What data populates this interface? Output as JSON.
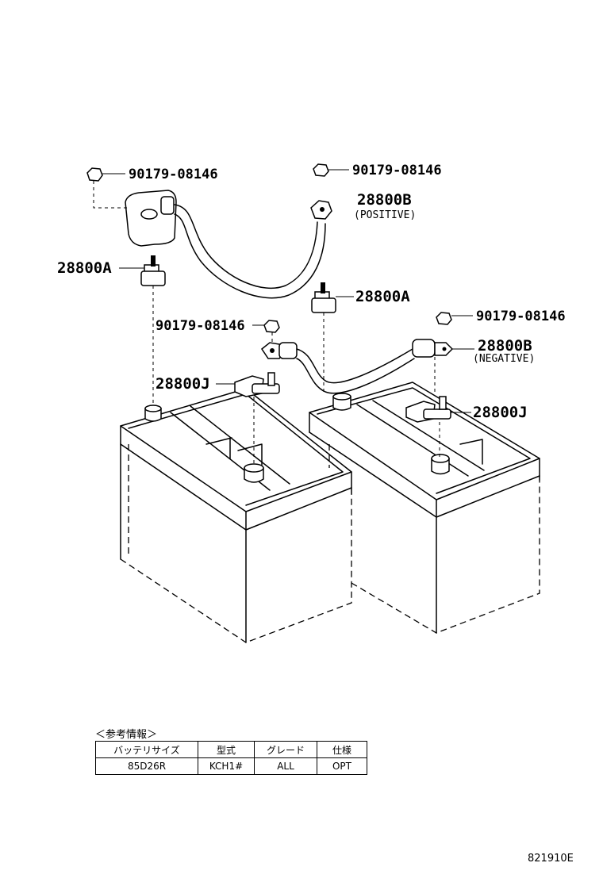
{
  "labels": {
    "nut_top_left": "90179-08146",
    "nut_top_right": "90179-08146",
    "cable_positive": "28800B",
    "cable_positive_note": "(POSITIVE)",
    "terminal_left": "28800A",
    "terminal_right": "28800A",
    "nut_middle": "90179-08146",
    "nut_right": "90179-08146",
    "cable_negative": "28800B",
    "cable_negative_note": "(NEGATIVE)",
    "clamp_left": "28800J",
    "clamp_right": "28800J"
  },
  "reference": {
    "caption": "＜参考情報＞",
    "headers": [
      "バッテリサイズ",
      "型式",
      "グレード",
      "仕様"
    ],
    "row": [
      "85D26R",
      "KCH1#",
      "ALL",
      "OPT"
    ]
  },
  "figure_code": "821910E"
}
